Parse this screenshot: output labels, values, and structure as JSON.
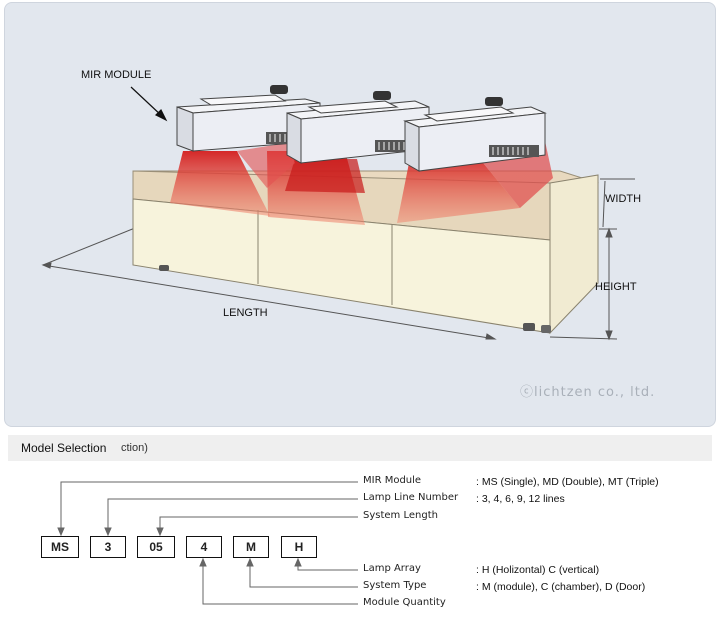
{
  "diagram": {
    "callout": "MIR MODULE",
    "dim_width": "WIDTH",
    "dim_height": "HEIGHT",
    "dim_length": "LENGTH",
    "copyright": "ⓒlichtzen co., ltd."
  },
  "model_selection": {
    "title": "Model Selection",
    "subtitle": "ction)",
    "codes": [
      "MS",
      "3",
      "05",
      "4",
      "M",
      "H"
    ],
    "fields": [
      {
        "name": "MIR Module",
        "desc": ": MS (Single), MD (Double), MT (Triple)"
      },
      {
        "name": "Lamp Line Number",
        "desc": ": 3, 4, 6, 9, 12 lines"
      },
      {
        "name": "System Length",
        "desc": ""
      },
      {
        "name": "Lamp Array",
        "desc": ": H (Holizontal)  C (vertical)"
      },
      {
        "name": "System Type",
        "desc": ": M (module), C (chamber), D (Door)"
      },
      {
        "name": "Module Quantity",
        "desc": ""
      }
    ]
  },
  "colors": {
    "panel_bg": "#e2e7ee",
    "box_face": "#f7f3dc",
    "box_top": "#e3d6bb",
    "beam": "#e23b2e",
    "module_body": "#eceef4"
  }
}
